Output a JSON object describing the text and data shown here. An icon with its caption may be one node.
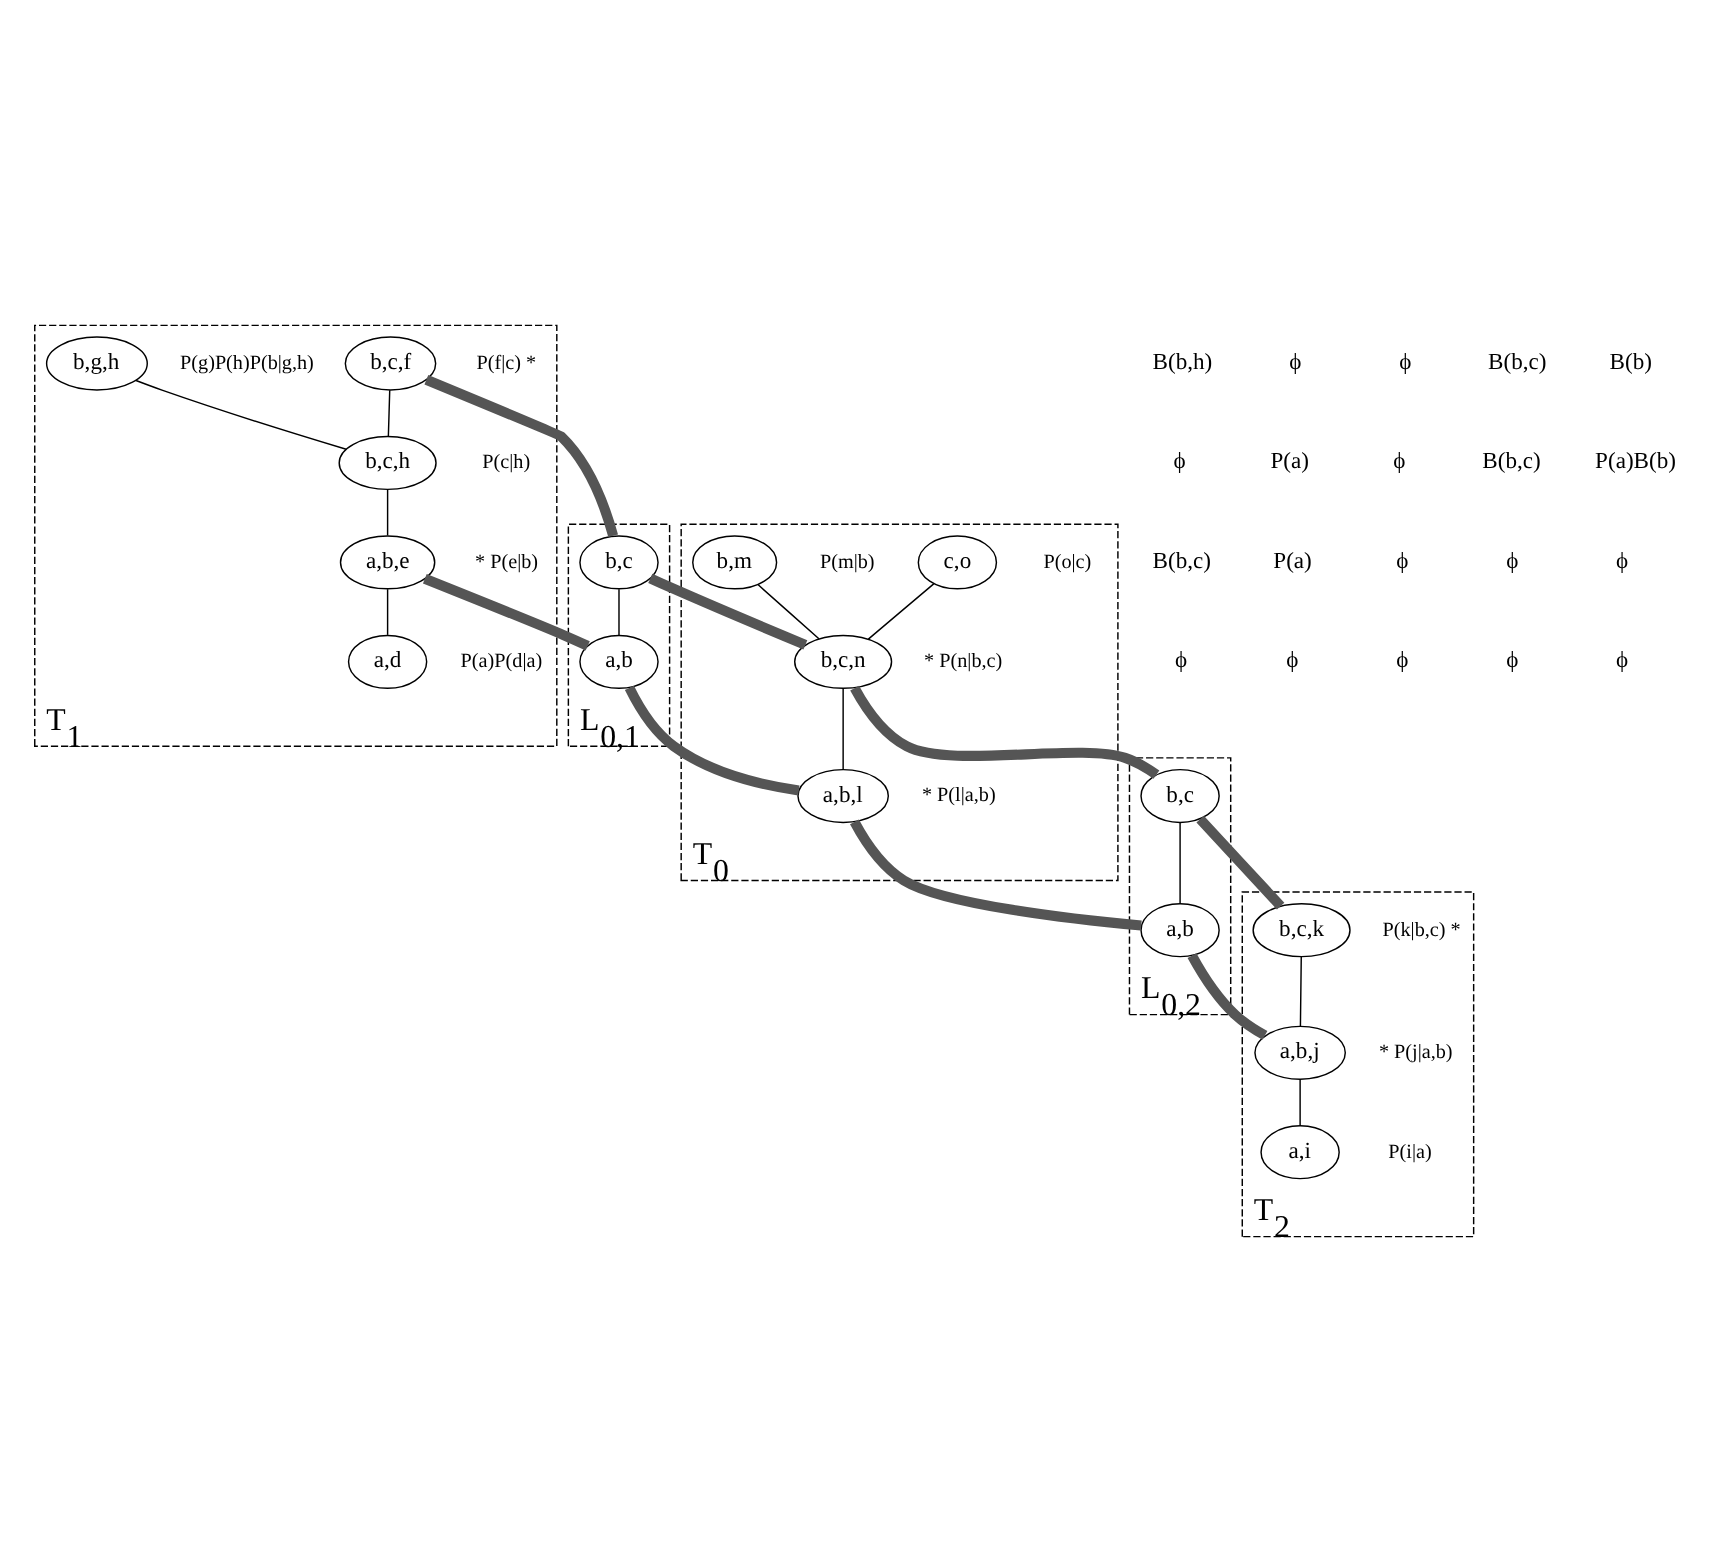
{
  "diagram": {
    "nodes": [
      {
        "text": [
          "T$_{1}$"
        ]
      },
      {
        "text": [
          "b,g,h"
        ],
        "in": 0,
        "beside": [
          "P(g)P(h)P(b|g,h)"
        ]
      },
      {
        "text": [
          "b,c,f"
        ],
        "in": 0,
        "beside": [
          "P(f|c)",
          "*"
        ]
      },
      {
        "text": [
          "b,c,h"
        ],
        "in": 0,
        "beside": [
          "P(c|h)"
        ]
      },
      {
        "text": [
          "a,b,e"
        ],
        "in": 0,
        "beside": [
          "*",
          "P(e|b)"
        ]
      },
      {
        "text": [
          "a,d"
        ],
        "in": 0,
        "beside": [
          "P(a)P(d|a)"
        ]
      },
      {
        "text": [
          "L$_{0,1}$"
        ]
      },
      {
        "text": [
          "b,c"
        ],
        "in": 6
      },
      {
        "text": [
          "a,b"
        ],
        "in": 6
      },
      {
        "text": [
          "T$_{0}$"
        ]
      },
      {
        "text": [
          "c,o"
        ],
        "in": 9,
        "beside": [
          "P(o|c)"
        ]
      },
      {
        "text": [
          "b,m"
        ],
        "in": 9,
        "beside": [
          "P(m|b)"
        ]
      },
      {
        "text": [
          "b,c,n"
        ],
        "in": 9,
        "beside": [
          "*",
          "P(n|b,c)"
        ]
      },
      {
        "text": [
          "a,b,l"
        ],
        "in": 9,
        "beside": [
          "*",
          "P(l|a,b)"
        ]
      },
      {
        "text": [
          "L$_{0,2}$"
        ]
      },
      {
        "text": [
          "b,c"
        ],
        "in": 14
      },
      {
        "text": [
          "a,b"
        ],
        "in": 14
      },
      {
        "text": [
          "T$_{2}$"
        ]
      },
      {
        "text": [
          "b,c,k"
        ],
        "in": 17,
        "beside": [
          "P(k|b,c)",
          "*"
        ]
      },
      {
        "text": [
          "a,b,j"
        ],
        "in": 17,
        "beside": [
          "*",
          "P(j|a,b)"
        ]
      },
      {
        "text": [
          "a,i"
        ],
        "in": 17,
        "beside": [
          "P(i|a)"
        ]
      }
    ],
    "edges": [
      {
        "from": 1,
        "to": 3,
        "arrow": "none"
      },
      {
        "from": 2,
        "to": 3,
        "arrow": "none"
      },
      {
        "from": 3,
        "to": 4,
        "arrow": "none"
      },
      {
        "from": 4,
        "to": 5,
        "arrow": "none"
      },
      {
        "from": 2,
        "to": 7,
        "arrow": "none",
        "style": "thick",
        "color": "#555555"
      },
      {
        "from": 4,
        "to": 8,
        "arrow": "none",
        "style": "thick",
        "color": "#555555"
      },
      {
        "from": 7,
        "to": 8,
        "arrow": "none"
      },
      {
        "from": 7,
        "to": 12,
        "arrow": "none",
        "style": "thick",
        "color": "#555555"
      },
      {
        "from": 8,
        "to": 13,
        "arrow": "none",
        "style": "thick",
        "color": "#555555"
      },
      {
        "from": 10,
        "to": 12,
        "arrow": "none"
      },
      {
        "from": 11,
        "to": 12,
        "arrow": "none"
      },
      {
        "from": 12,
        "to": 13,
        "arrow": "none"
      },
      {
        "from": 12,
        "to": 15,
        "arrow": "none",
        "style": "thick",
        "color": "#555555"
      },
      {
        "from": 13,
        "to": 16,
        "arrow": "none",
        "style": "thick",
        "color": "#555555"
      },
      {
        "from": 15,
        "to": 16,
        "arrow": "none"
      },
      {
        "from": 15,
        "to": 18,
        "arrow": "none",
        "style": "thick",
        "color": "#555555"
      },
      {
        "from": 16,
        "to": 19,
        "arrow": "none",
        "style": "thick",
        "color": "#555555"
      },
      {
        "from": 18,
        "to": 19,
        "arrow": "none"
      },
      {
        "from": 19,
        "to": 20,
        "arrow": "none"
      }
    ],
    "labels": [
      "B(b,h)",
      "ϕ",
      "ϕ",
      "B(b,c)",
      "B(b)",
      "ϕ",
      "P(a)",
      "ϕ",
      "B(b,c)",
      "P(a)B(b)",
      "B(b,c)",
      "P(a)",
      "ϕ",
      "ϕ",
      "ϕ",
      "ϕ",
      "ϕ",
      "ϕ",
      "ϕ",
      "ϕ"
    ]
  }
}
